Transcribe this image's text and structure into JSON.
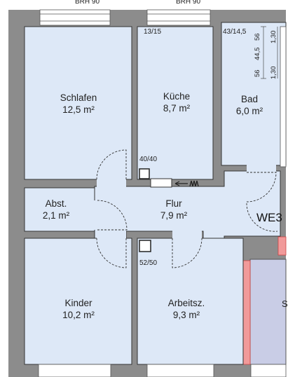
{
  "top_labels": {
    "window_left": "BRH 90",
    "window_right": "BRH 90"
  },
  "rooms": {
    "schlafen": {
      "name": "Schlafen",
      "area": "12,5 m²"
    },
    "kueche": {
      "name": "Küche",
      "area": "8,7 m²"
    },
    "bad": {
      "name": "Bad",
      "area": "6,0 m²"
    },
    "abst": {
      "name": "Abst.",
      "area": "2,1 m²"
    },
    "flur": {
      "name": "Flur",
      "area": "7,9 m²"
    },
    "kinder": {
      "name": "Kinder",
      "area": "10,2 m²"
    },
    "arbeitsz": {
      "name": "Arbeitsz.",
      "area": "9,3 m²"
    }
  },
  "dimensions": {
    "shaft_kitchen_top": "13/15",
    "shaft_kitchen_bottom": "40/40",
    "shaft_bath": "43/14,5",
    "shaft_office": "52/50",
    "bath_window_1": "56",
    "bath_window_2": "1,30",
    "bath_window_3": "44,5",
    "bath_window_4": "56",
    "bath_window_5": "1,30"
  },
  "unit_label": "WE3",
  "edge_letter": "S",
  "colors": {
    "room_fill": "#dde8f7",
    "wall": "#8c8c8c",
    "wall_outline": "#4a4a4a",
    "neighbor_fill": "#c9cde6",
    "red_wall": "#f19a9a"
  }
}
